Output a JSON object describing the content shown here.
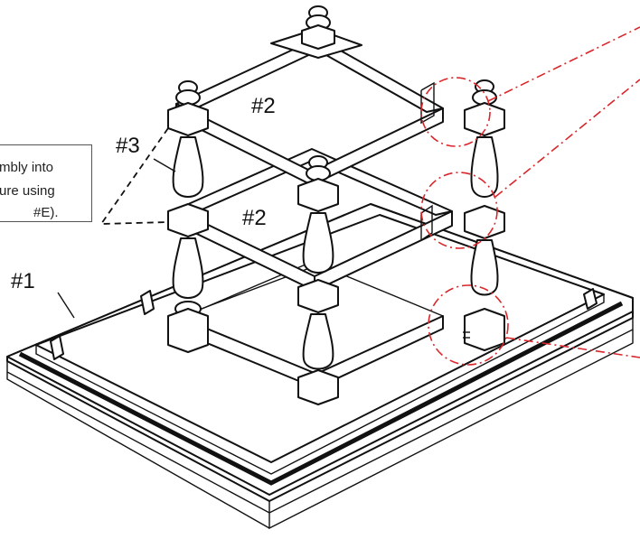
{
  "note": {
    "lines": [
      "mbly into",
      "ure using",
      "#E)."
    ]
  },
  "callouts": {
    "base": "#1",
    "upper_frame": "#2",
    "lower_frame": "#2",
    "legs": "#3"
  },
  "colors": {
    "line": "#111111",
    "detail_circle": "#d9262b"
  }
}
